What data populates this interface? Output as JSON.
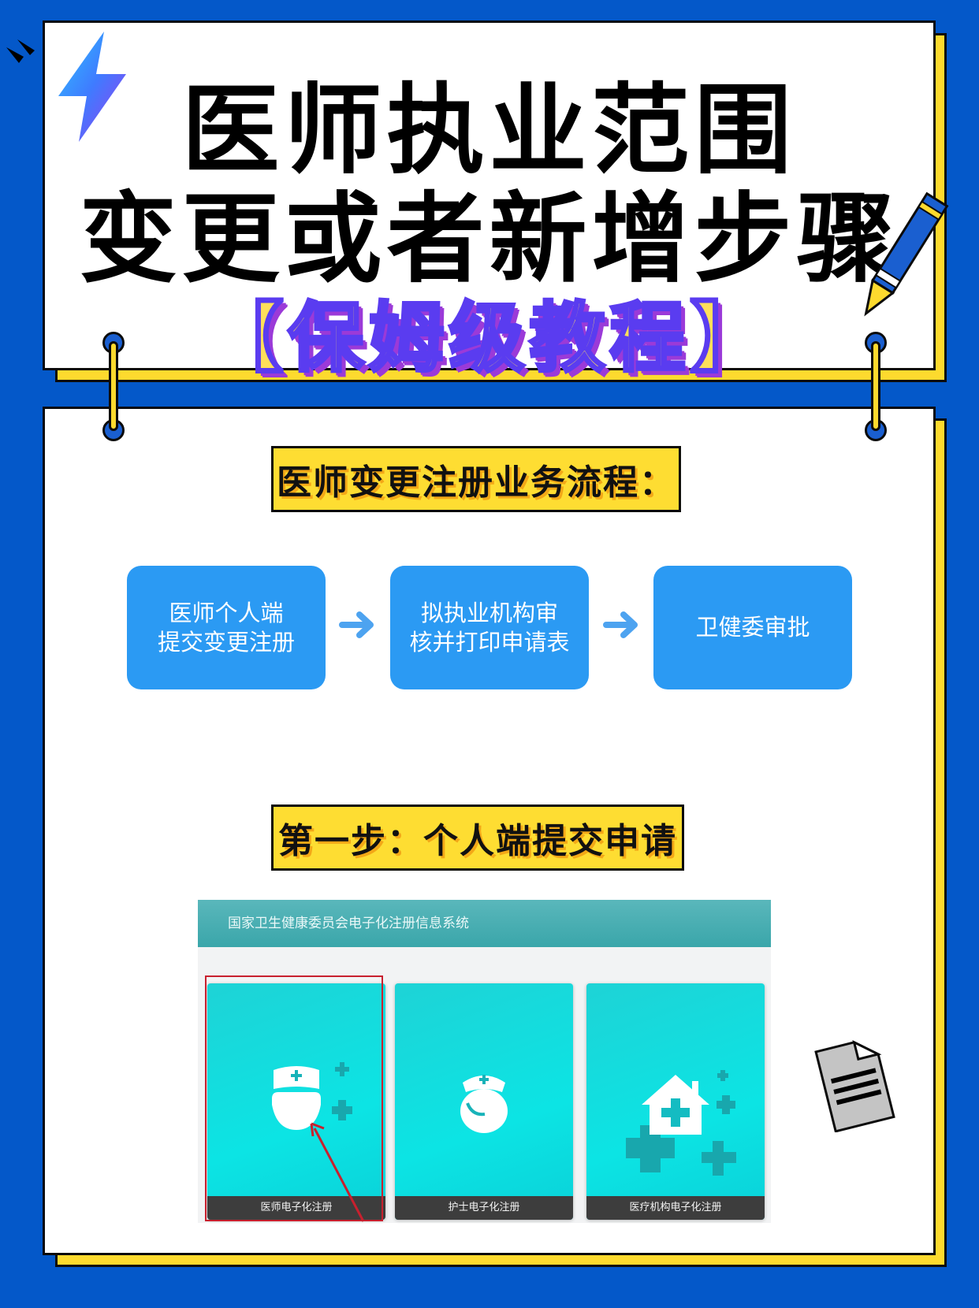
{
  "header": {
    "title_line1": "医师执业范围",
    "title_line2": "变更或者新增步骤",
    "subtitle": "【保姆级教程】"
  },
  "sections": [
    {
      "heading": "医师变更注册业务流程：",
      "flow": [
        {
          "line1": "医师个人端",
          "line2": "提交变更注册"
        },
        {
          "line1": "拟执业机构审",
          "line2": "核并打印申请表"
        },
        {
          "line1": "卫健委审批",
          "line2": ""
        }
      ],
      "arrow_icon": "arrow-right-icon"
    },
    {
      "heading": "第一步：个人端提交申请",
      "screenshot": {
        "system_title": "国家卫生健康委员会电子化注册信息系统",
        "cards": [
          {
            "label": "医师电子化注册",
            "icon": "doctor-icon",
            "highlighted": true
          },
          {
            "label": "护士电子化注册",
            "icon": "nurse-icon",
            "highlighted": false
          },
          {
            "label": "医疗机构电子化注册",
            "icon": "hospital-icon",
            "highlighted": false
          }
        ],
        "highlight_color": "#c8202e"
      }
    }
  ],
  "decorations": {
    "lightning": "lightning-icon",
    "pencil": "pencil-icon",
    "document": "document-icon"
  },
  "colors": {
    "background": "#0458c9",
    "accent_yellow": "#fdda2e",
    "flow_blue": "#2b9af3",
    "card_teal": "#0ce4e4"
  }
}
